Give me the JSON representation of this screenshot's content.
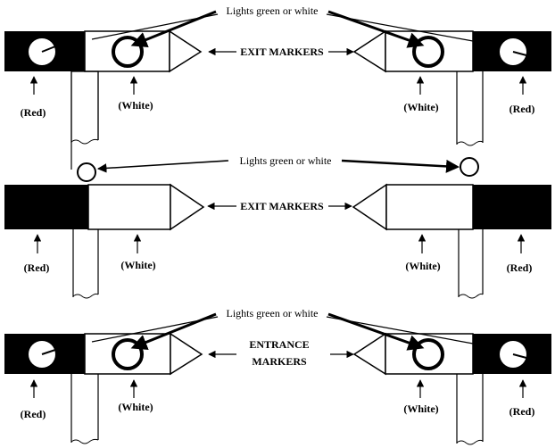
{
  "colors": {
    "red_marker": "#000000",
    "white_marker": "#ffffff",
    "outline": "#000000"
  },
  "diagram": {
    "rows": [
      {
        "callout": "Lights green or white",
        "center_label_lines": [
          "EXIT MARKERS"
        ],
        "left_labels": {
          "red": "(Red)",
          "white": "(White)"
        },
        "right_labels": {
          "white": "(White)",
          "red": "(Red)"
        }
      },
      {
        "callout": "Lights green or white",
        "center_label_lines": [
          "EXIT MARKERS"
        ],
        "left_labels": {
          "red": "(Red)",
          "white": "(White)"
        },
        "right_labels": {
          "white": "(White)",
          "red": "(Red)"
        }
      },
      {
        "callout": "Lights green or white",
        "center_label_lines": [
          "ENTRANCE",
          "MARKERS"
        ],
        "left_labels": {
          "red": "(Red)",
          "white": "(White)"
        },
        "right_labels": {
          "white": "(White)",
          "red": "(Red)"
        }
      }
    ]
  }
}
